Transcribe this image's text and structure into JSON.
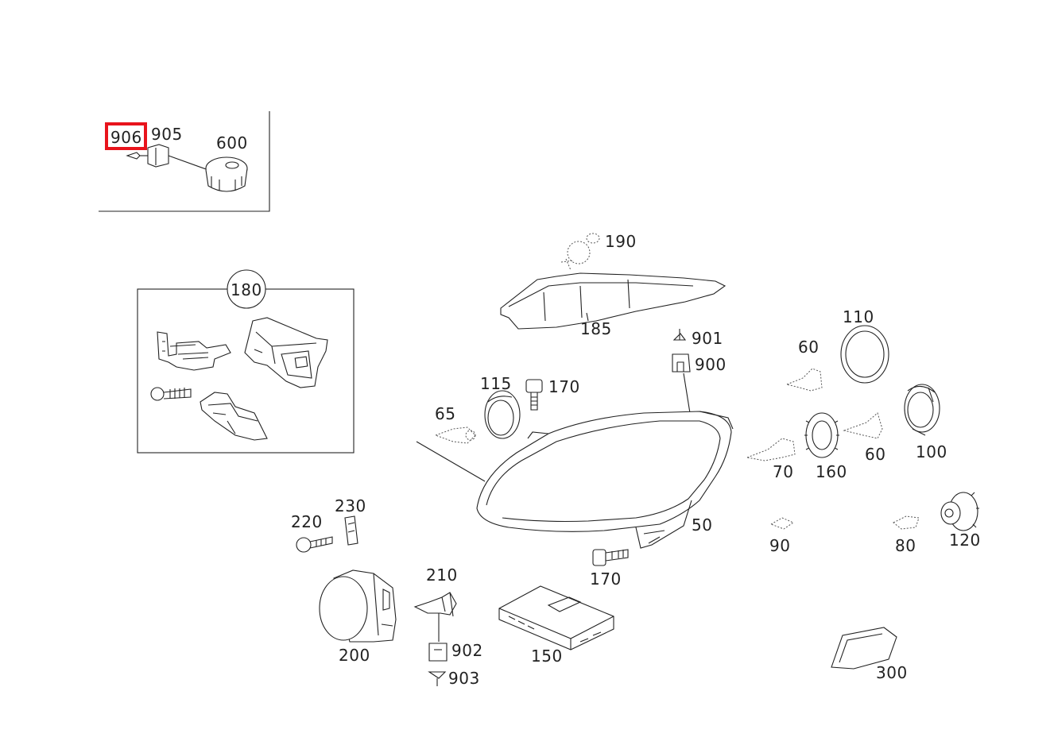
{
  "diagram": {
    "highlighted_part": "906",
    "highlight_color": "#e8141c",
    "line_color": "#222222",
    "callouts": [
      {
        "id": "906",
        "label": "906"
      },
      {
        "id": "905",
        "label": "905"
      },
      {
        "id": "600",
        "label": "600"
      },
      {
        "id": "190",
        "label": "190"
      },
      {
        "id": "180",
        "label": "180"
      },
      {
        "id": "185",
        "label": "185"
      },
      {
        "id": "901",
        "label": "901"
      },
      {
        "id": "900",
        "label": "900"
      },
      {
        "id": "110",
        "label": "110"
      },
      {
        "id": "60a",
        "label": "60"
      },
      {
        "id": "115",
        "label": "115"
      },
      {
        "id": "170a",
        "label": "170"
      },
      {
        "id": "65",
        "label": "65"
      },
      {
        "id": "100",
        "label": "100"
      },
      {
        "id": "60b",
        "label": "60"
      },
      {
        "id": "70",
        "label": "70"
      },
      {
        "id": "160",
        "label": "160"
      },
      {
        "id": "230",
        "label": "230"
      },
      {
        "id": "220",
        "label": "220"
      },
      {
        "id": "50",
        "label": "50"
      },
      {
        "id": "90",
        "label": "90"
      },
      {
        "id": "80",
        "label": "80"
      },
      {
        "id": "120",
        "label": "120"
      },
      {
        "id": "210",
        "label": "210"
      },
      {
        "id": "170b",
        "label": "170"
      },
      {
        "id": "902",
        "label": "902"
      },
      {
        "id": "200",
        "label": "200"
      },
      {
        "id": "150",
        "label": "150"
      },
      {
        "id": "903",
        "label": "903"
      },
      {
        "id": "300",
        "label": "300"
      }
    ]
  }
}
